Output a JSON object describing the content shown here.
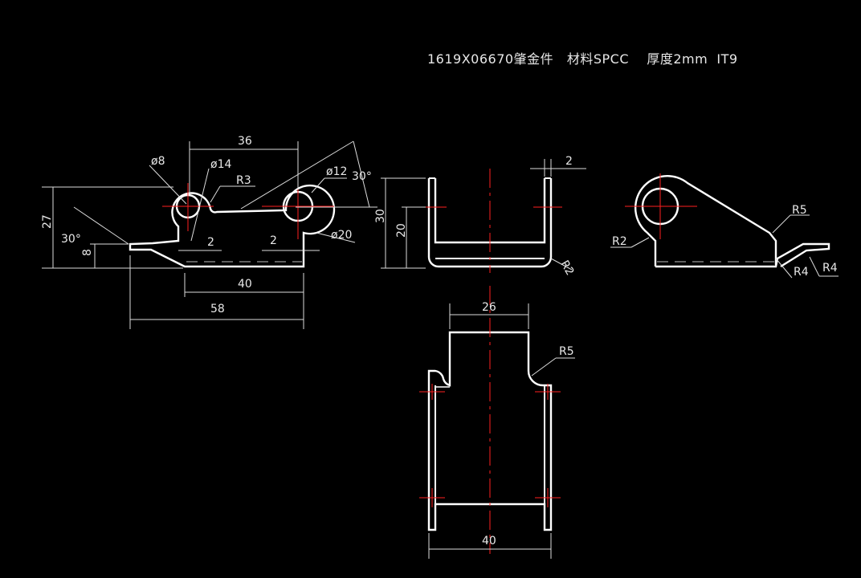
{
  "title": "1619X06670肇金件   材料SPCC    厚度2mm  IT9",
  "colors": {
    "background": "#000000",
    "geometry": "#ffffff",
    "dimension": "#dcdcdc",
    "centerline": "#ff2020"
  },
  "view_front": {
    "dim_36": "36",
    "dia_8": "ø8",
    "dia_14": "ø14",
    "r3": "R3",
    "dia_12": "ø12",
    "angle_30_right": "30°",
    "dim_27": "27",
    "angle_30_left": "30°",
    "dim_8": "8",
    "dim_2_left": "2",
    "dim_2_right": "2",
    "dia_20": "ø20",
    "dim_40": "40",
    "dim_58": "58"
  },
  "view_side": {
    "dim_2": "2",
    "dim_30": "30",
    "dim_20": "20",
    "r2": "R2"
  },
  "view_right": {
    "r5": "R5",
    "r2": "R2",
    "r4_inner": "R4",
    "r4_outer": "R4"
  },
  "view_bottom": {
    "dim_26": "26",
    "r5": "R5",
    "dim_40": "40"
  }
}
